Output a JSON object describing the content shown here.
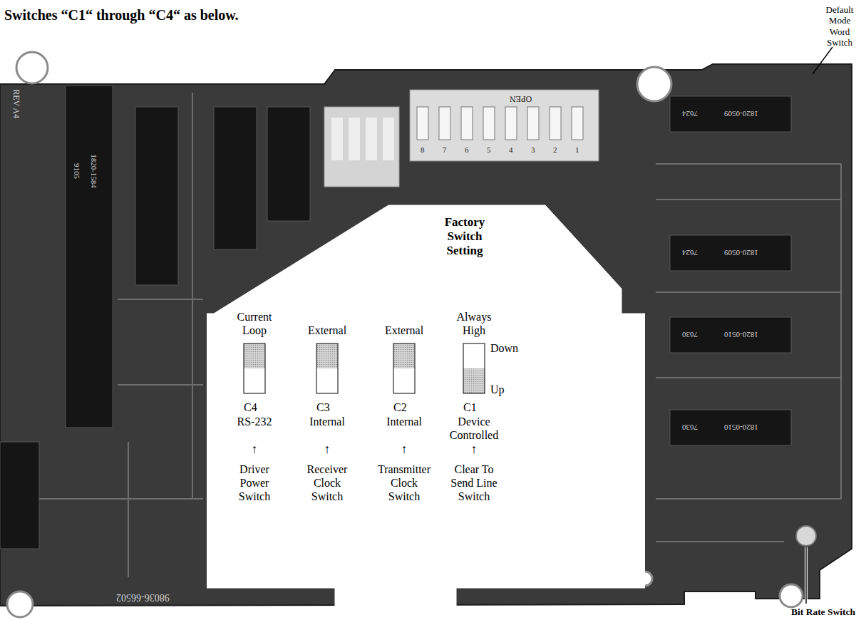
{
  "diagram": {
    "title": "Switches “C1“ through “C4“ as below.",
    "nodes": [
      {
        "text": [
          "Factory Switch Setting"
        ]
      }
    ],
    "labels": [
      "Default Mode Word Switch",
      "Bit Rate Switch",
      "Current Loop",
      "External",
      "External",
      "Always High",
      "Down",
      "Up",
      "C4",
      "RS-232",
      "C3",
      "Internal",
      "C2",
      "Internal",
      "C1",
      "Device Controlled",
      "↑",
      "↑",
      "↑",
      "↑",
      "Driver Power Switch",
      "Receiver Clock Switch",
      "Transmitter Clock Switch",
      "Clear To Send Line Switch",
      "OPEN",
      "8",
      "7",
      "6",
      "5",
      "4",
      "3",
      "2",
      "1",
      "98036-66502",
      "REV A4",
      "1820-1584",
      "9105",
      "1820-0509",
      "7624",
      "1820-0509",
      "7624",
      "1820-0510",
      "7630",
      "1820-0510",
      "7630"
    ]
  }
}
